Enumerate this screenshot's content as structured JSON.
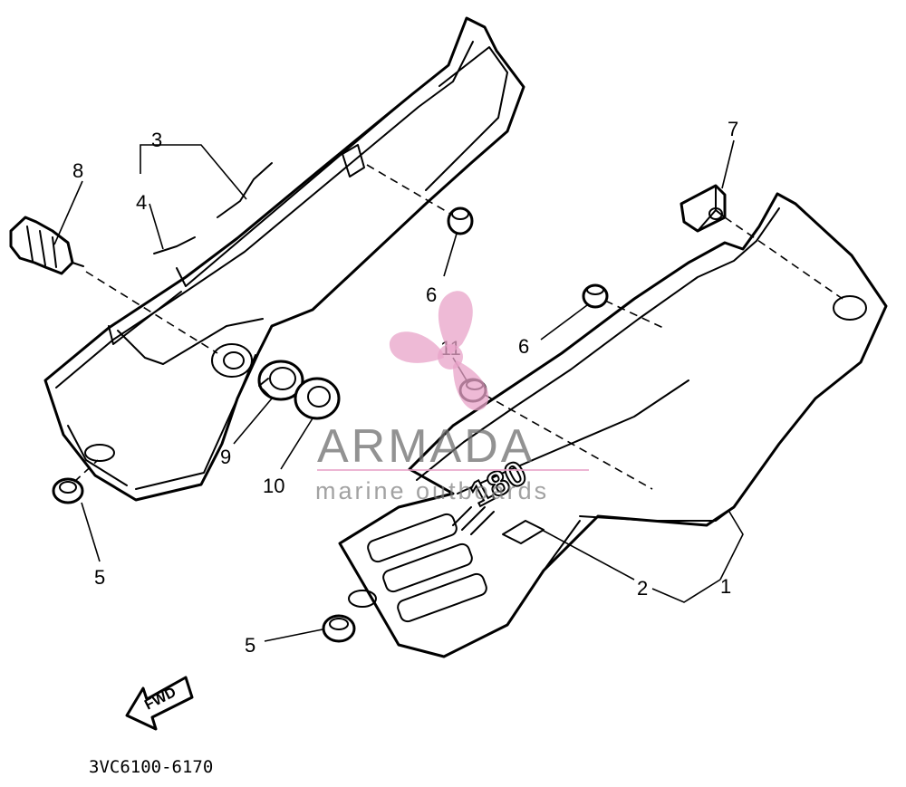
{
  "diagram": {
    "callouts": [
      {
        "id": "c1",
        "label": "1"
      },
      {
        "id": "c2",
        "label": "2"
      },
      {
        "id": "c3",
        "label": "3"
      },
      {
        "id": "c4",
        "label": "4"
      },
      {
        "id": "c5a",
        "label": "5"
      },
      {
        "id": "c5b",
        "label": "5"
      },
      {
        "id": "c6a",
        "label": "6"
      },
      {
        "id": "c6b",
        "label": "6"
      },
      {
        "id": "c7",
        "label": "7"
      },
      {
        "id": "c8",
        "label": "8"
      },
      {
        "id": "c9",
        "label": "9"
      },
      {
        "id": "c10",
        "label": "10"
      },
      {
        "id": "c11",
        "label": "11"
      }
    ],
    "fwd_label": "FWD",
    "decal_text": "180",
    "part_code": "3VC6100-6170"
  },
  "watermark": {
    "brand": "ARMADA",
    "tagline": "marine outboards",
    "accent_color": "#e8a3c8"
  }
}
